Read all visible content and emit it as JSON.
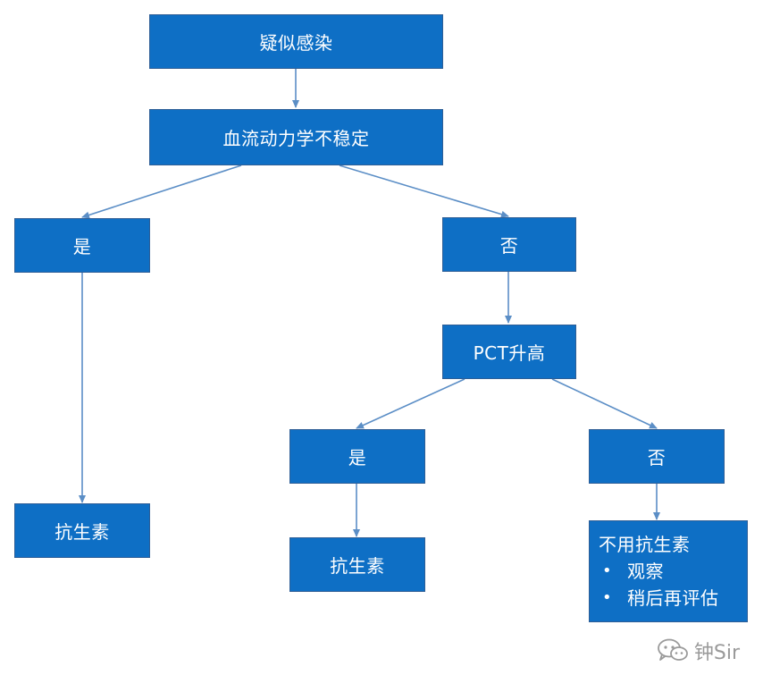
{
  "nodes": {
    "suspected_infection": "疑似感染",
    "hemodynamic_unstable": "血流动力学不稳定",
    "yes_left": "是",
    "no_right": "否",
    "antibiotics_left": "抗生素",
    "pct_elevated": "PCT升高",
    "yes_pct": "是",
    "no_pct": "否",
    "antibiotics_pct": "抗生素",
    "no_antibiotics": {
      "title": "不用抗生素",
      "items": [
        "观察",
        "稍后再评估"
      ]
    }
  },
  "watermark": {
    "text": "钟Sir",
    "icon": "wechat-icon"
  },
  "colors": {
    "node_fill": "#0E6FC5",
    "node_border": "#2E5E96",
    "connector": "#5B8EC6",
    "watermark": "#9a9a9a"
  }
}
